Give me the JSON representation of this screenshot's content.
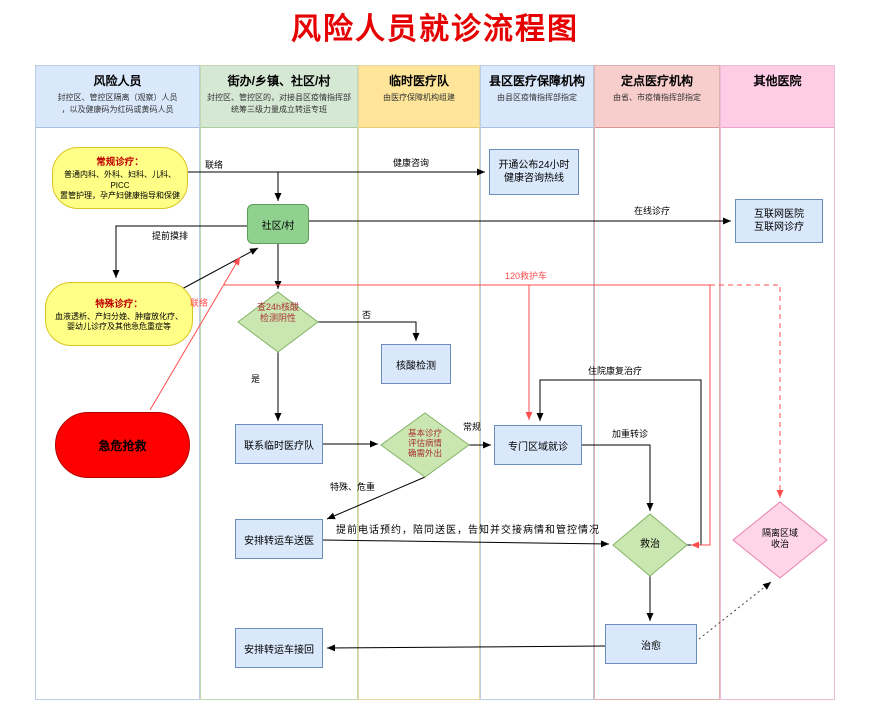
{
  "page_title": "风险人员就诊流程图",
  "lanes": [
    {
      "title": "风险人员",
      "subtitle": "封控区、管控区隔离（观察）人员\n，以及健康码为红码或黄码人员"
    },
    {
      "title": "街办/乡镇、社区/村",
      "subtitle": "封控区、管控区的，对接县区疫情指挥部\n统筹三级力量成立转运专班"
    },
    {
      "title": "临时医疗队",
      "subtitle": "由医疗保障机构组建"
    },
    {
      "title": "县区医疗保障机构",
      "subtitle": "由县区疫情指挥部指定"
    },
    {
      "title": "定点医疗机构",
      "subtitle": "由省、市疫情指挥部指定"
    },
    {
      "title": "其他医院",
      "subtitle": ""
    }
  ],
  "nodes": {
    "regular_care": {
      "title": "常规诊疗：",
      "body": "普通内科、外科、妇科、儿科、PICC\n置管护理，孕产妇健康指导和保健"
    },
    "community": {
      "label": "社区/村"
    },
    "hotline": {
      "label": "开通公布24小时\n健康咨询热线"
    },
    "internet_hospital": {
      "label": "互联网医院\n互联网诊疗"
    },
    "special_care": {
      "title": "特殊诊疗：",
      "body": "血液透析、产妇分娩、肿瘤放化疗、\n婴幼儿诊疗及其他急危重症等"
    },
    "check_negative": {
      "label": "查24h核酸\n检测阴性"
    },
    "nucleic_test": {
      "label": "核酸检测"
    },
    "emergency": {
      "label": "急危抢救"
    },
    "contact_team": {
      "label": "联系临时医疗队"
    },
    "assess": {
      "label": "基本诊疗\n评估病情\n确需外出"
    },
    "special_area": {
      "label": "专门区域就诊"
    },
    "arrange_send": {
      "label": "安排转运车送医"
    },
    "rescue": {
      "label": "救治"
    },
    "isolation": {
      "label": "隔离区域\n收治"
    },
    "cured": {
      "label": "治愈"
    },
    "arrange_return": {
      "label": "安排转运车接回"
    }
  },
  "edge_labels": {
    "contact1": "联络",
    "health_consult": "健康咨询",
    "online_care": "在线诊疗",
    "pre_survey": "提前摸排",
    "contact2": "联络",
    "ambulance": "120救护车",
    "no": "否",
    "yes": "是",
    "regular": "常规",
    "special_critical": "特殊、危重",
    "rehab": "住院康复治疗",
    "aggravate": "加重转诊",
    "escort": "提前电话预约，陪同送医，告知并交接病情和管控情况"
  },
  "colors": {
    "title_red": "#e60000",
    "lane_blue": "#dae8fc",
    "lane_green": "#d5e8d4",
    "lane_yellow": "#ffe599",
    "lane_red": "#f8cecc",
    "lane_pink": "#ffcce6",
    "node_blue": "#dae8fc",
    "node_yellow": "#ffff88",
    "node_green": "#90d190",
    "diamond_green": "#cbe7b1",
    "diamond_pink": "#ffd6e8",
    "emergency_red": "#ff0000",
    "arrow_red": "#ff4d4d"
  }
}
